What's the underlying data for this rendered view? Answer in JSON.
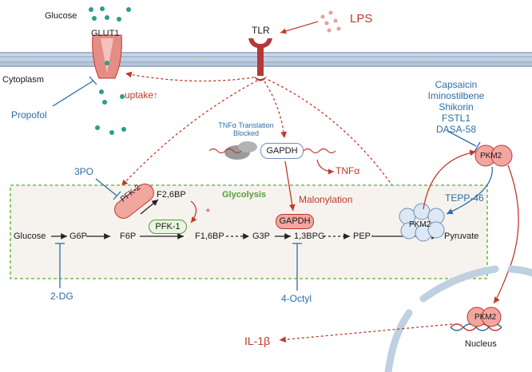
{
  "labels": {
    "glucose_top": "Glucose",
    "glut1": "GLUT1",
    "cytoplasm": "Cytoplasm",
    "propofol": "Propofol",
    "uptake": "uptake↑",
    "tlr": "TLR",
    "lps": "LPS",
    "tnf_block": "TNFα Translation\nBlocked",
    "gapdh_top": "GAPDH",
    "tnfa": "TNFα",
    "inhibitors": "Capsaicin\nIminostilbene\nShikorin\nFSTL1\nDASA-58",
    "pkm2_top": "PKM2",
    "tepp46": "TEPP-46",
    "three_po": "3PO",
    "pfk2": "PFK-2",
    "f26bp": "F2,6BP",
    "plus": "+",
    "pfk1": "PFK-1",
    "glycolysis": "Glycolysis",
    "malonylation": "Malonylation",
    "gapdh_mid": "GAPDH",
    "pkm2_tetramer": "PKM2",
    "glucose": "Glucose",
    "g6p": "G6P",
    "f6p": "F6P",
    "f16bp": "F1,6BP",
    "g3p": "G3P",
    "bpg13": "1,3BPG",
    "pep": "PEP",
    "pyruvate": "Pyruvate",
    "two_dg": "2-DG",
    "four_octyl": "4-Octyl",
    "pkm2_nucleus": "PKM2",
    "nucleus": "Nucleus",
    "il1b": "IL-1β"
  },
  "colors": {
    "membrane": "#b9c9dc",
    "membrane_line": "#8aa2bf",
    "teal": "#2a9d8f",
    "red": "#c0392b",
    "blue": "#2e6da4",
    "green_dash": "#6fbf4a",
    "box_fill": "#f6f3ee",
    "pink": "#f1a6a0"
  }
}
